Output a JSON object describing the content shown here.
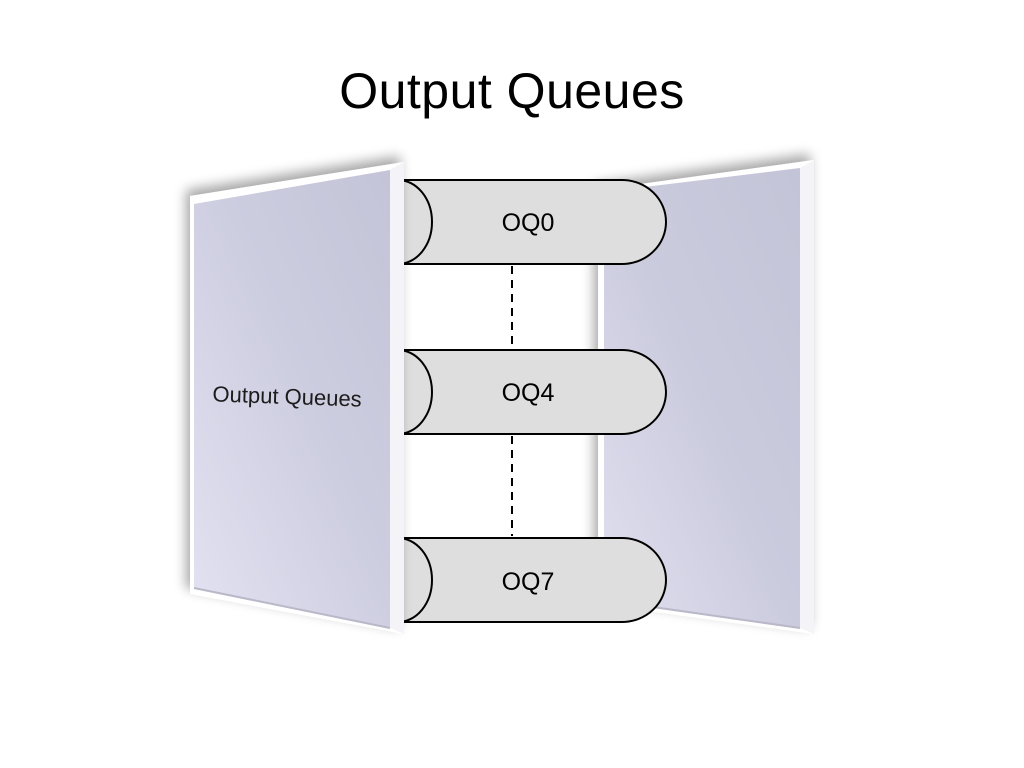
{
  "slide": {
    "title": "Output Queues"
  },
  "diagram": {
    "left_panel_label": "Output Queues",
    "queues": [
      {
        "label": "OQ0"
      },
      {
        "label": "OQ4"
      },
      {
        "label": "OQ7"
      }
    ],
    "colors": {
      "panel_fill": "#c8c8dc",
      "panel_highlight": "#e2e2f2",
      "queue_fill": "#dedede",
      "queue_stroke": "#000000"
    }
  }
}
